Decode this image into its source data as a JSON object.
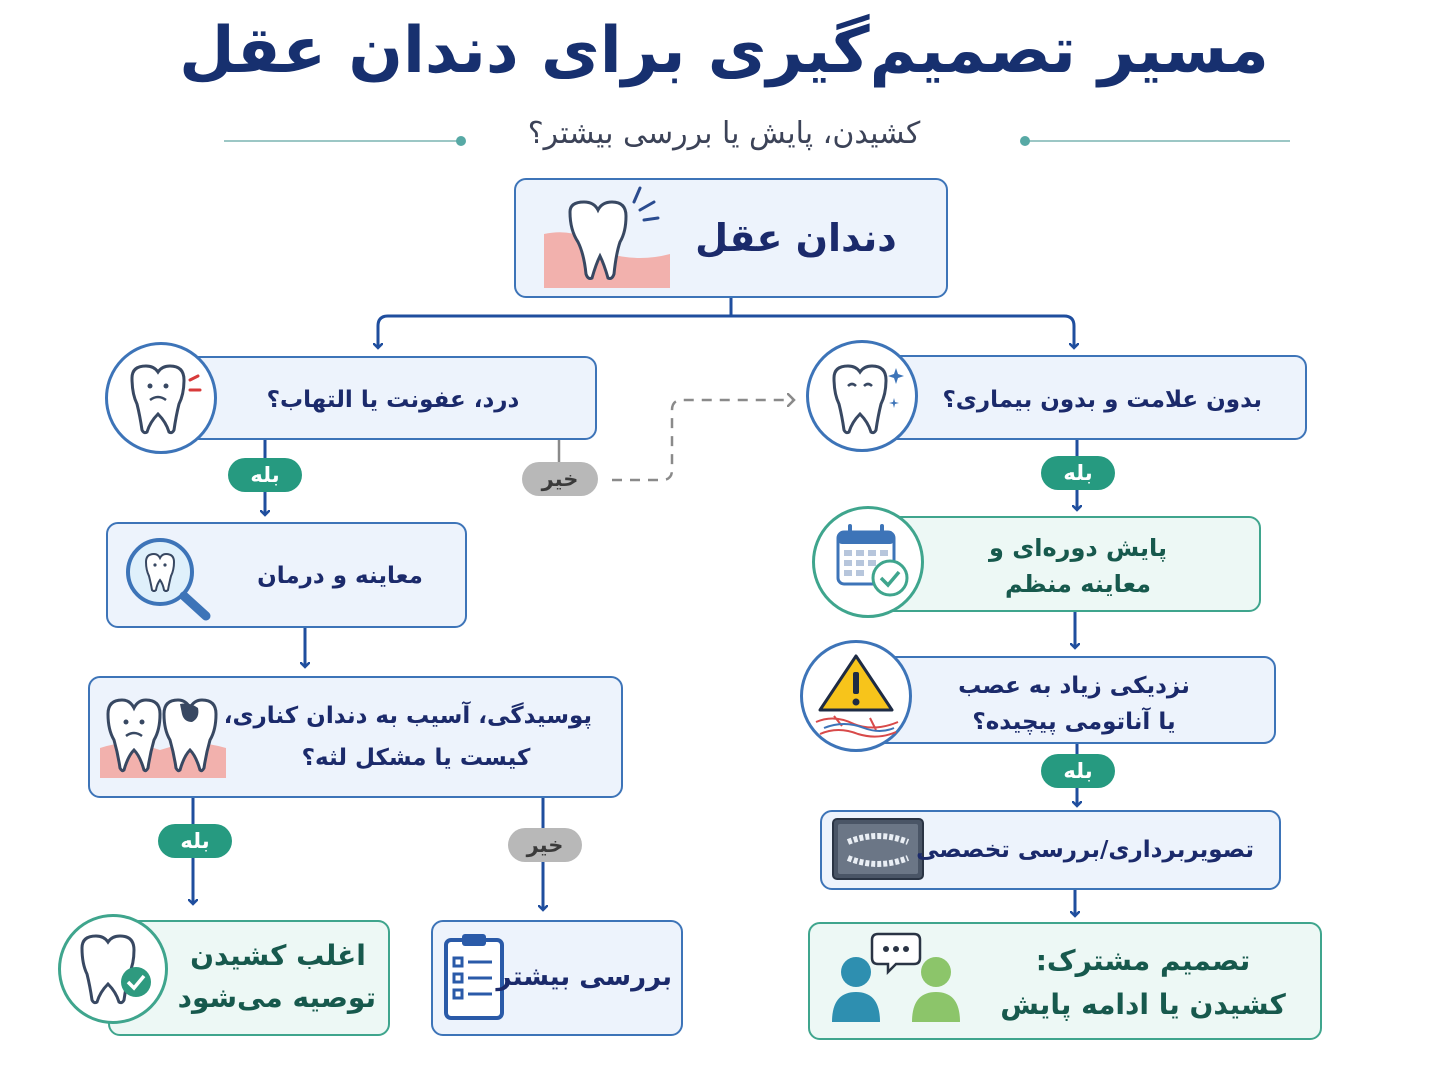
{
  "header": {
    "title": "مسیر تصمیم‌گیری برای دندان عقل",
    "subtitle": "کشیدن، پایش یا بررسی بیشتر؟"
  },
  "nodes": {
    "root": "دندان عقل",
    "pain": "درد، عفونت یا التهاب؟",
    "no_symptom": "بدون علامت و بدون بیماری؟",
    "exam_treat": "معاینه و درمان",
    "decay": [
      "پوسیدگی، آسیب به دندان کناری،",
      "کیست یا مشکل لثه؟"
    ],
    "monitor": [
      "پایش دوره‌ای و",
      "معاینه منظم"
    ],
    "nerve": [
      "نزدیکی زیاد به عصب",
      "یا آناتومی پیچیده؟"
    ],
    "imaging": "تصویربرداری/بررسی تخصصی",
    "extract": [
      "اغلب کشیدن",
      "توصیه می‌شود"
    ],
    "further": "بررسی بیشتر",
    "shared": [
      "تصمیم مشترک:",
      "کشیدن یا ادامه پایش"
    ]
  },
  "badges": {
    "yes": "بله",
    "no": "خیر"
  },
  "colors": {
    "blue": "#3d74b8",
    "green": "#3fa58d",
    "navy": "#17306f",
    "gray": "#b8b8b8"
  },
  "icons": [
    "tooth-gum-icon",
    "sad-tooth-icon",
    "happy-tooth-icon",
    "magnifier-tooth-icon",
    "decayed-teeth-icon",
    "calendar-check-icon",
    "warning-nerve-icon",
    "xray-icon",
    "tooth-check-icon",
    "clipboard-icon",
    "two-people-chat-icon"
  ]
}
